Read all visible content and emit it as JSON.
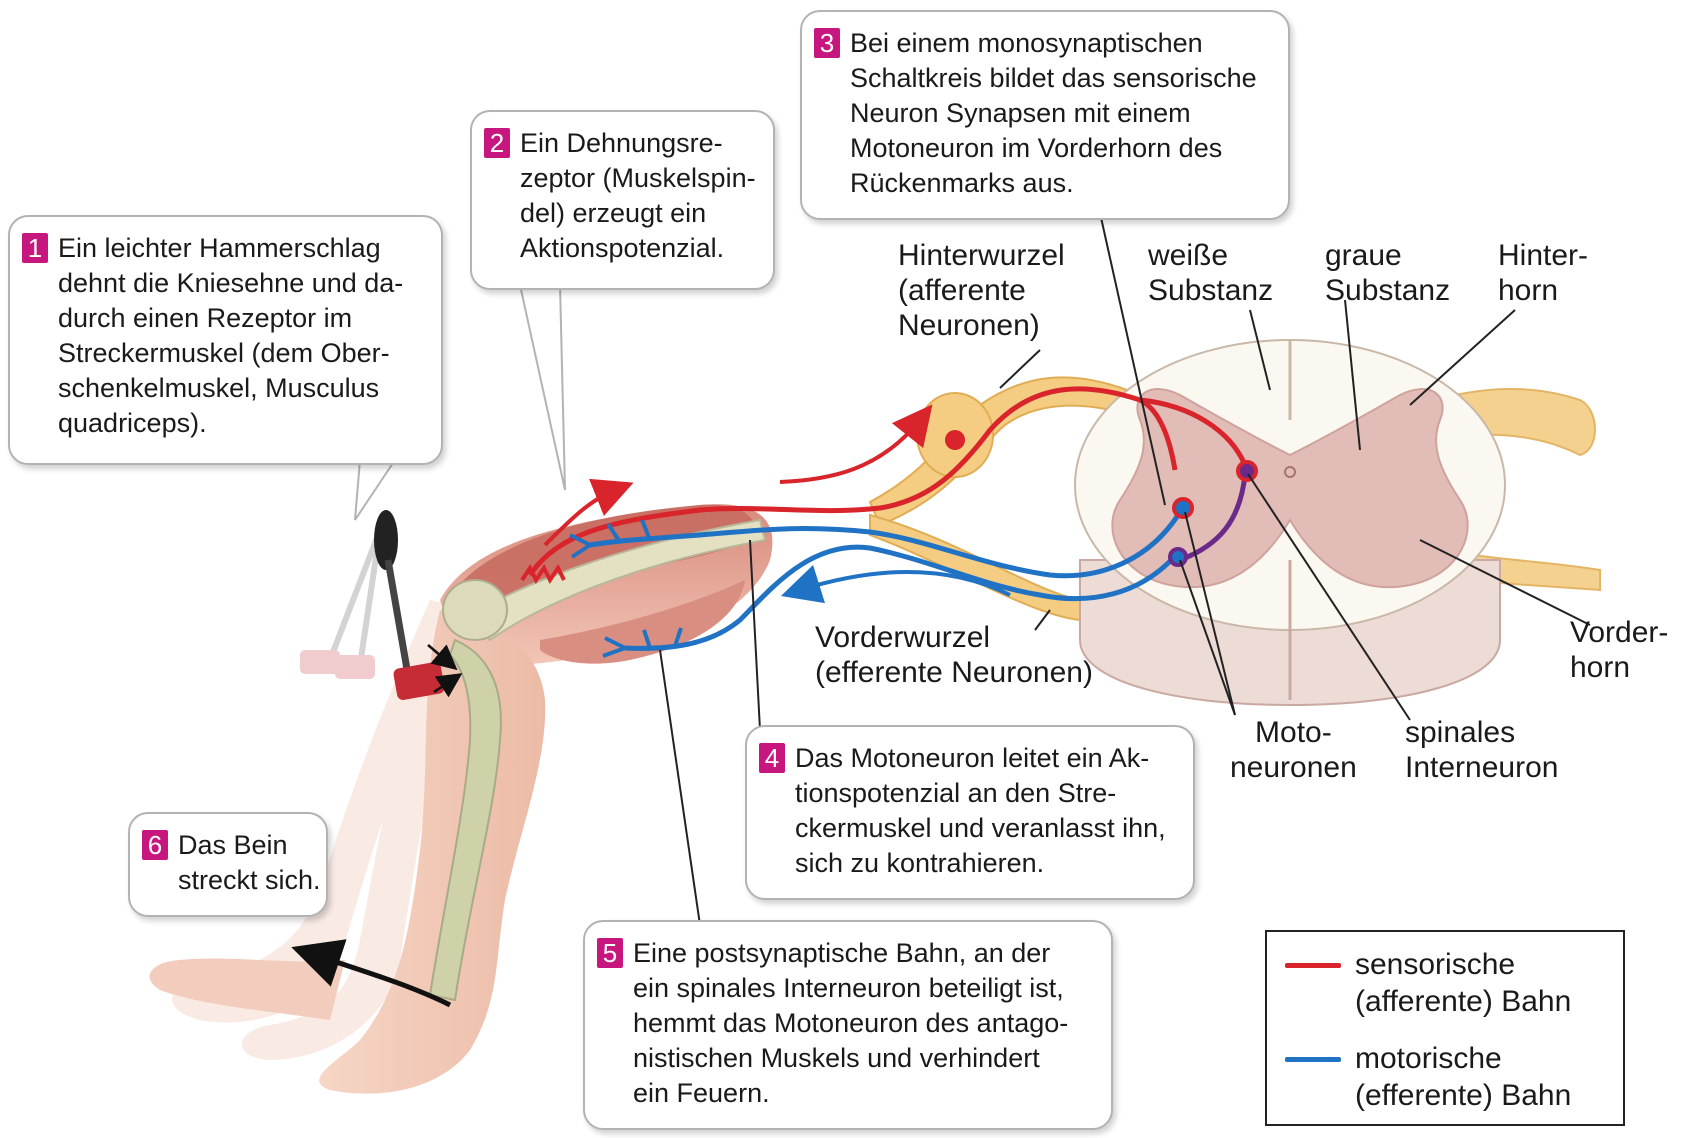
{
  "colors": {
    "sensory": "#d9242b",
    "motor": "#1f72c4",
    "interneuron": "#6b2a8a",
    "badge": "#c8167f",
    "nerve": "#f4cd83",
    "muscle": "#d47a6e",
    "gray_matter": "#e2bcb7"
  },
  "steps": [
    {
      "num": "1",
      "lines": [
        "Ein leichter Hammerschlag",
        "dehnt die Kniesehne und da-",
        "durch einen Rezeptor im",
        "Streckermuskel (dem Ober-",
        "schenkelmuskel, Musculus",
        "quadriceps)."
      ]
    },
    {
      "num": "2",
      "lines": [
        "Ein Dehnungsre-",
        "zeptor (Muskelspin-",
        "del) erzeugt ein",
        "Aktionspotenzial."
      ]
    },
    {
      "num": "3",
      "lines": [
        "Bei einem monosynaptischen",
        "Schaltkreis bildet das sensorische",
        "Neuron Synapsen mit einem",
        "Motoneuron im Vorderhorn des",
        "Rückenmarks aus."
      ]
    },
    {
      "num": "4",
      "lines": [
        "Das Motoneuron leitet ein Ak-",
        "tionspotenzial an den Stre-",
        "ckermuskel und veranlasst ihn,",
        "sich zu kontrahieren."
      ]
    },
    {
      "num": "5",
      "lines": [
        "Eine postsynaptische Bahn, an der",
        "ein spinales Interneuron beteiligt ist,",
        "hemmt das Motoneuron des antago-",
        "nistischen Muskels und verhindert",
        "ein Feuern."
      ]
    },
    {
      "num": "6",
      "lines": [
        "Das Bein",
        "streckt sich."
      ]
    }
  ],
  "labels": {
    "hinterwurzel": [
      "Hinterwurzel",
      "(afferente",
      "Neuronen)"
    ],
    "weisse_substanz": [
      "weiße",
      "Substanz"
    ],
    "graue_substanz": [
      "graue",
      "Substanz"
    ],
    "hinterhorn": [
      "Hinter-",
      "horn"
    ],
    "vorderhorn": [
      "Vorder-",
      "horn"
    ],
    "vorderwurzel": [
      "Vorderwurzel",
      "(efferente Neuronen)"
    ],
    "motoneuronen": [
      "Moto-",
      "neuronen"
    ],
    "interneuron": [
      "spinales",
      "Interneuron"
    ]
  },
  "legend": [
    {
      "lines": [
        "sensorische",
        "(afferente) Bahn"
      ],
      "color": "#d9242b"
    },
    {
      "lines": [
        "motorische",
        "(efferente) Bahn"
      ],
      "color": "#1f72c4"
    }
  ]
}
